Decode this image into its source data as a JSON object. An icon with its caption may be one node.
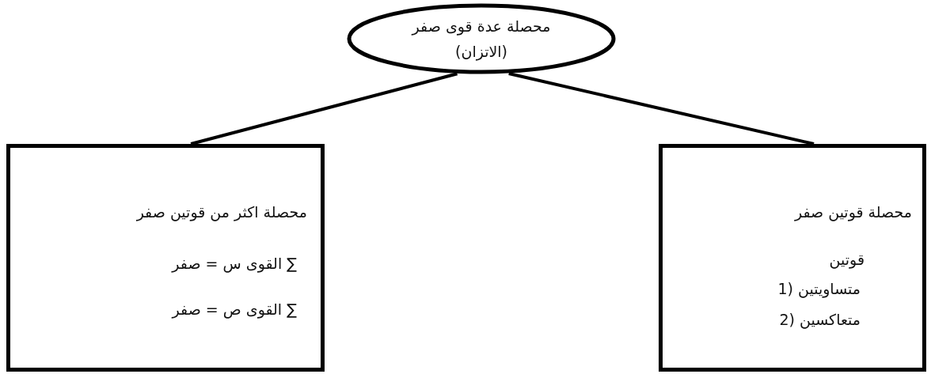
{
  "diagram": {
    "nodes": [
      {
        "text": [
          "محصلة عدة قوى صفر",
          "(الاتزان)"
        ]
      },
      {
        "text": [
          "محصلة اكثر من قوتين صفر",
          "∑ القوى س = صفر",
          "∑ القوى ص = صفر"
        ]
      },
      {
        "text": [
          "محصلة قوتين صفر",
          "قوتين",
          "1) متساويتين",
          "2) متعاكسين"
        ]
      }
    ],
    "edges": [
      {
        "from": 0,
        "to": 1,
        "arrow": "none"
      },
      {
        "from": 0,
        "to": 2,
        "arrow": "none"
      }
    ]
  }
}
